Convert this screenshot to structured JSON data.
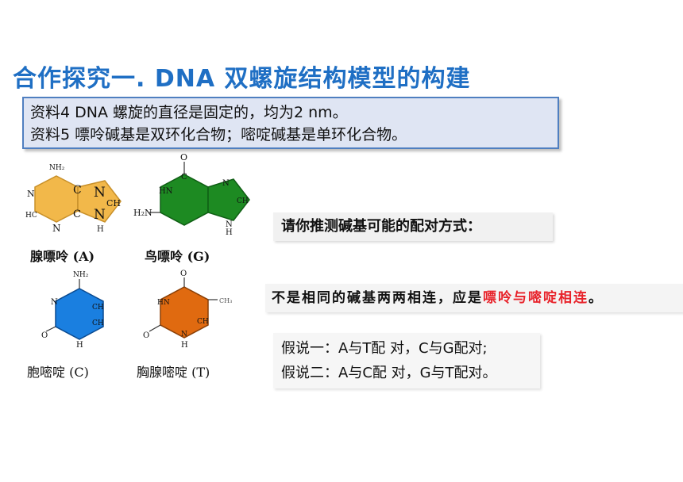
{
  "title": "合作探究一. DNA  双螺旋结构模型的构建",
  "info": [
    "资料4    DNA 螺旋的直径是固定的，均为2  nm。",
    "资料5    嘌呤碱基是双环化合物；嘧啶碱基是单环化合物。"
  ],
  "molecules": {
    "adenine": {
      "label": "腺嘌呤 (A)",
      "atoms": {
        "nh2": "NH₂",
        "n1": "N",
        "c_top": "C",
        "n_right": "N",
        "ch": "CH",
        "hc": "HC",
        "c_bot": "C",
        "n_bot": "N",
        "n_bot2": "N",
        "h": "H"
      },
      "color": "#f2b84a"
    },
    "guanine": {
      "label": "鸟嘌呤 (G)",
      "atoms": {
        "o": "O",
        "hn": "HN",
        "c": "C",
        "n_top": "N",
        "n_bot": "N",
        "h2n": "H₂N",
        "h": "H",
        "ch": "CH"
      },
      "color": "#1d8a22"
    },
    "cytosine": {
      "label": "胞嘧啶 (C)",
      "atoms": {
        "nh2": "NH₂",
        "n": "N",
        "o": "O",
        "h": "H",
        "ch1": "CH",
        "ch2": "CH"
      },
      "color": "#1a7fe0"
    },
    "thymine": {
      "label": "胸腺嘧啶 (T)",
      "atoms": {
        "o1": "O",
        "o2": "O",
        "hn": "HN",
        "ch3": "CH₃",
        "h": "H",
        "ch": "CH",
        "n": "N"
      },
      "color": "#e06a10"
    }
  },
  "question": "请你推测碱基可能的配对方式：",
  "answer": {
    "prefix": "不是相同的碱基两两相连，应是",
    "highlight": "嘌呤与嘧啶相连",
    "suffix": "。"
  },
  "hypotheses": [
    "假说一：A与T配 对，C与G配对;",
    "假说二：A与C配 对，G与T配对。"
  ]
}
